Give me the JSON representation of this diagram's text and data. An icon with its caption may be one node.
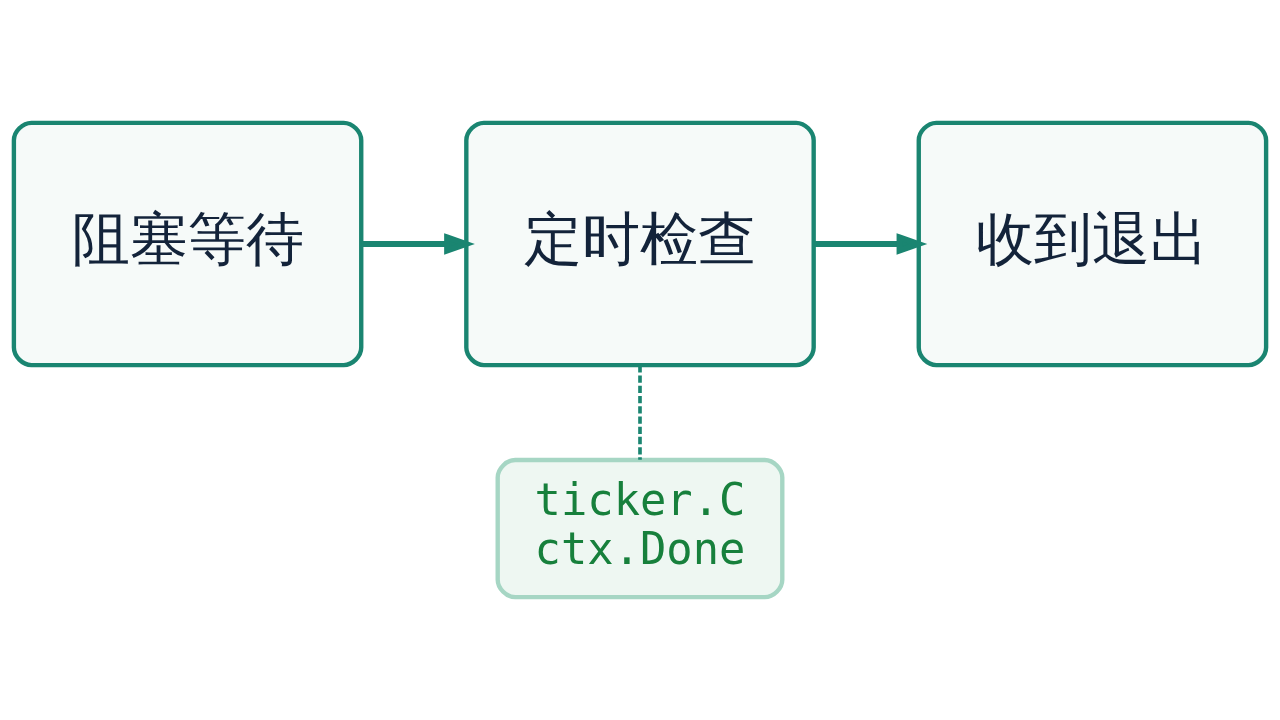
{
  "diagram": {
    "nodes": [
      {
        "text": [
          "阻塞等待"
        ]
      },
      {
        "text": [
          "定时检查"
        ]
      },
      {
        "text": [
          "收到退出"
        ]
      },
      {
        "text": [
          "ticker.C",
          "ctx.Done"
        ]
      }
    ],
    "edges": [
      {
        "from": 0,
        "to": 1,
        "arrow": "to"
      },
      {
        "from": 1,
        "to": 2,
        "arrow": "to"
      },
      {
        "from": 1,
        "to": 3,
        "arrow": "none",
        "style": "dashed"
      }
    ]
  }
}
